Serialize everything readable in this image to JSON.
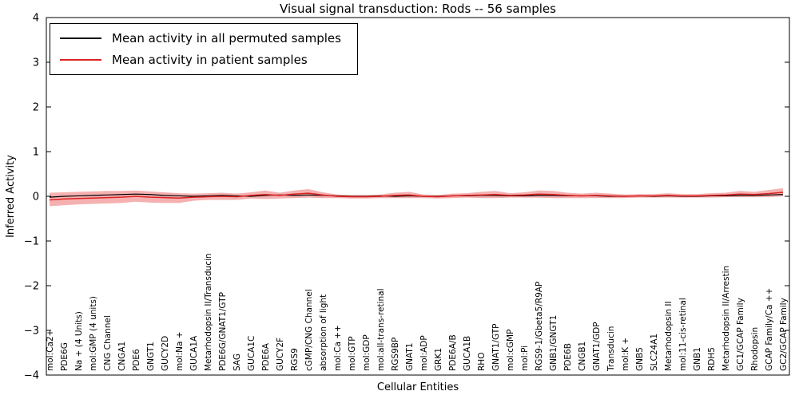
{
  "legend": {
    "items": [
      {
        "label": "Mean activity in all permuted samples",
        "color": "#000000"
      },
      {
        "label": "Mean activity in patient samples",
        "color": "#dd2222"
      }
    ]
  },
  "chart_data": {
    "type": "line",
    "title": "Visual signal transduction: Rods -- 56 samples",
    "xlabel": "Cellular Entities",
    "ylabel": "Inferred Activity",
    "ylim": [
      -4,
      4
    ],
    "yticks": [
      -4,
      -3,
      -2,
      -1,
      0,
      1,
      2,
      3,
      4
    ],
    "grid": false,
    "legend_position": "upper left",
    "categories": [
      "mol:Ca2+",
      "PDE6G",
      "Na + (4 Units)",
      "mol:GMP (4 units)",
      "CNG Channel",
      "CNGA1",
      "PDE6",
      "GNGT1",
      "GUCY2D",
      "mol:Na +",
      "GUCA1A",
      "Metarhodopsin II/Transducin",
      "PDE6G/GNAT1/GTP",
      "SAG",
      "GUCA1C",
      "PDE6A",
      "GUCY2F",
      "RGS9",
      "cGMP/CNG Channel",
      "absorption of light",
      "mol:Ca ++",
      "mol:GTP",
      "mol:GDP",
      "mol:all-trans-retinal",
      "RGS9BP",
      "GNAT1",
      "mol:ADP",
      "GRK1",
      "PDE6A/B",
      "GUCA1B",
      "RHO",
      "GNAT1/GTP",
      "mol:cGMP",
      "mol:Pi",
      "RGS9-1/Gbeta5/R9AP",
      "GNB1/GNGT1",
      "PDE6B",
      "CNGB1",
      "GNAT1/GDP",
      "Transducin",
      "mol:K +",
      "GNB5",
      "SLC24A1",
      "Metarhodopsin II",
      "mol:11-cis-retinal",
      "GNB1",
      "RDH5",
      "Metarhodopsin II/Arrestin",
      "GC1/GCAP Family",
      "Rhodopsin",
      "GCAP Family/Ca ++",
      "GC2/GCAP Family"
    ],
    "series": [
      {
        "name": "Mean activity in all permuted samples",
        "color": "#000000",
        "values": [
          -0.02,
          0.0,
          0.01,
          0.02,
          0.03,
          0.04,
          0.05,
          0.04,
          0.02,
          0.01,
          0.0,
          0.01,
          0.02,
          0.01,
          0.0,
          0.02,
          0.03,
          0.02,
          0.03,
          0.02,
          0.01,
          0.0,
          0.0,
          0.01,
          0.0,
          0.01,
          0.0,
          0.0,
          0.01,
          0.01,
          0.02,
          0.02,
          0.01,
          0.01,
          0.02,
          0.02,
          0.01,
          0.01,
          0.01,
          0.0,
          0.0,
          0.01,
          0.0,
          0.01,
          0.0,
          0.0,
          0.01,
          0.01,
          0.02,
          0.02,
          0.03,
          0.04
        ]
      },
      {
        "name": "Mean activity in patient samples",
        "color": "#dd2222",
        "values": [
          -0.08,
          -0.06,
          -0.05,
          -0.04,
          -0.03,
          -0.02,
          0.0,
          -0.02,
          -0.03,
          -0.04,
          -0.02,
          -0.01,
          0.0,
          -0.01,
          0.02,
          0.04,
          0.02,
          0.05,
          0.07,
          0.03,
          0.0,
          -0.01,
          -0.01,
          0.0,
          0.02,
          0.03,
          0.0,
          -0.01,
          0.01,
          0.02,
          0.03,
          0.04,
          0.02,
          0.03,
          0.05,
          0.04,
          0.02,
          0.01,
          0.02,
          0.01,
          0.0,
          0.01,
          0.01,
          0.02,
          0.01,
          0.01,
          0.02,
          0.03,
          0.05,
          0.04,
          0.06,
          0.09
        ]
      }
    ],
    "band": {
      "name": "patient samples spread",
      "color": "#f29e9e",
      "upper": [
        0.08,
        0.09,
        0.1,
        0.11,
        0.12,
        0.12,
        0.13,
        0.11,
        0.09,
        0.07,
        0.06,
        0.07,
        0.08,
        0.06,
        0.09,
        0.13,
        0.08,
        0.13,
        0.16,
        0.09,
        0.04,
        0.03,
        0.03,
        0.04,
        0.08,
        0.1,
        0.04,
        0.03,
        0.06,
        0.07,
        0.1,
        0.12,
        0.07,
        0.09,
        0.13,
        0.12,
        0.08,
        0.06,
        0.08,
        0.06,
        0.04,
        0.05,
        0.05,
        0.07,
        0.05,
        0.05,
        0.07,
        0.08,
        0.12,
        0.1,
        0.14,
        0.18
      ],
      "lower": [
        -0.22,
        -0.2,
        -0.18,
        -0.17,
        -0.16,
        -0.15,
        -0.12,
        -0.14,
        -0.15,
        -0.15,
        -0.1,
        -0.08,
        -0.08,
        -0.08,
        -0.05,
        -0.06,
        -0.05,
        -0.04,
        -0.03,
        -0.04,
        -0.04,
        -0.05,
        -0.05,
        -0.04,
        -0.04,
        -0.04,
        -0.04,
        -0.05,
        -0.04,
        -0.03,
        -0.04,
        -0.04,
        -0.03,
        -0.03,
        -0.03,
        -0.04,
        -0.04,
        -0.04,
        -0.04,
        -0.04,
        -0.04,
        -0.03,
        -0.03,
        -0.03,
        -0.03,
        -0.03,
        -0.03,
        -0.02,
        -0.02,
        -0.02,
        -0.02,
        0.0
      ]
    }
  }
}
